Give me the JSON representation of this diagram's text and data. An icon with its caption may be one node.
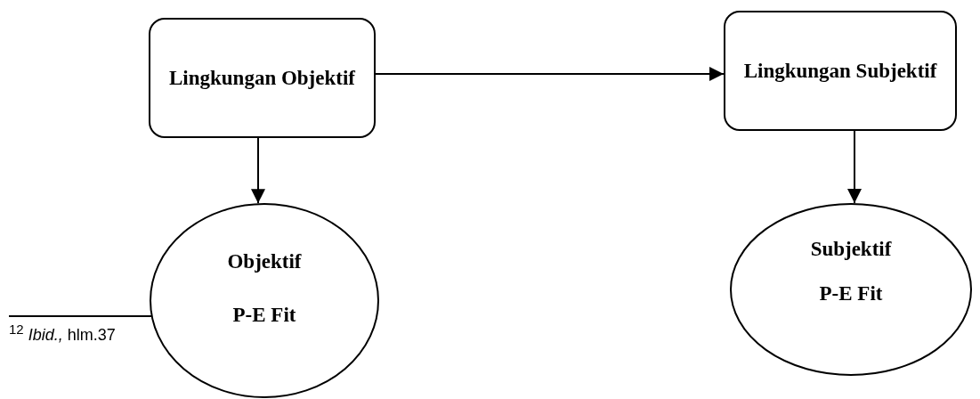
{
  "diagram": {
    "nodes": [
      {
        "text": [
          "Lingkungan Objektif"
        ]
      },
      {
        "text": [
          "Lingkungan Subjektif"
        ]
      },
      {
        "text": [
          "Objektif",
          "P-E Fit"
        ]
      },
      {
        "text": [
          "Subjektif",
          "P-E Fit"
        ]
      }
    ],
    "edges": [
      {
        "from": 0,
        "to": 1,
        "arrow": "to"
      },
      {
        "from": 0,
        "to": 2,
        "arrow": "to"
      },
      {
        "from": 1,
        "to": 3,
        "arrow": "to"
      }
    ],
    "labels": [
      "$^{12}$ *Ibid.,* hlm.37"
    ]
  }
}
